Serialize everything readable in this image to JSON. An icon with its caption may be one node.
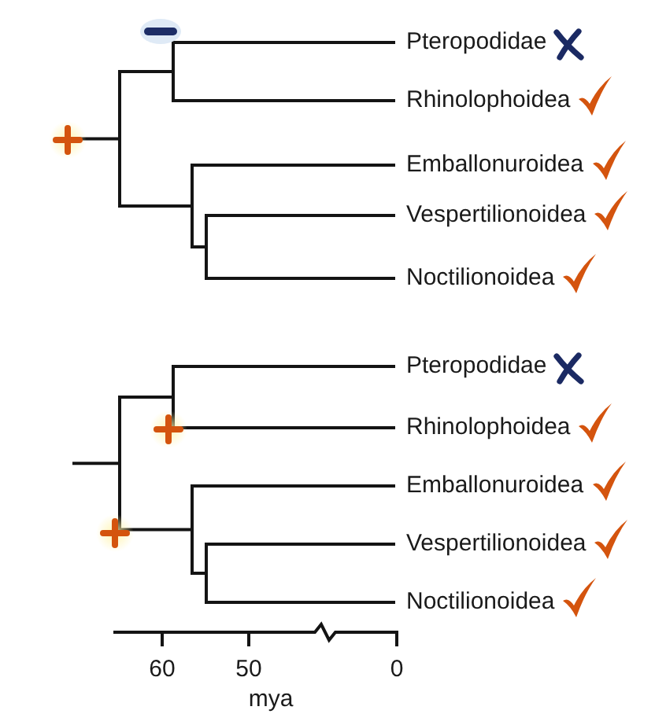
{
  "diagram": {
    "labels": [
      "Pteropodidae",
      "Rhinolophoidea",
      "Emballonuroidea",
      "Vespertilionoidea",
      "Noctilionoidea",
      "Pteropodidae",
      "Rhinolophoidea",
      "Emballonuroidea",
      "Vespertilionoidea",
      "Noctilionoidea",
      "60",
      "50",
      "0",
      "mya"
    ]
  }
}
